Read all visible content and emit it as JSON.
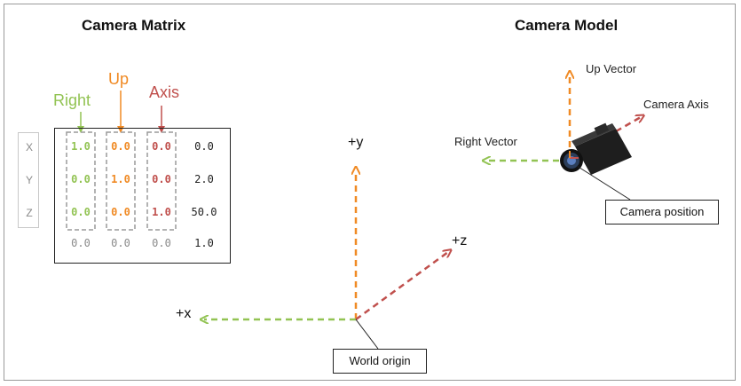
{
  "camera_matrix": {
    "title": "Camera Matrix",
    "column_labels": {
      "right": "Right",
      "up": "Up",
      "axis": "Axis"
    },
    "row_labels": [
      "X",
      "Y",
      "Z"
    ],
    "rows": [
      [
        "1.0",
        "0.0",
        "0.0",
        "0.0"
      ],
      [
        "0.0",
        "1.0",
        "0.0",
        "2.0"
      ],
      [
        "0.0",
        "0.0",
        "1.0",
        "50.0"
      ],
      [
        "0.0",
        "0.0",
        "0.0",
        "1.0"
      ]
    ]
  },
  "world": {
    "axis_labels": {
      "y": "+y",
      "z": "+z",
      "x": "+x"
    },
    "origin_label": "World origin"
  },
  "camera_model": {
    "title": "Camera Model",
    "up_label": "Up Vector",
    "axis_label": "Camera Axis",
    "right_label": "Right Vector",
    "position_label": "Camera position"
  },
  "colors": {
    "right": "#92c353",
    "up": "#f08a24",
    "axis": "#c0504d"
  }
}
